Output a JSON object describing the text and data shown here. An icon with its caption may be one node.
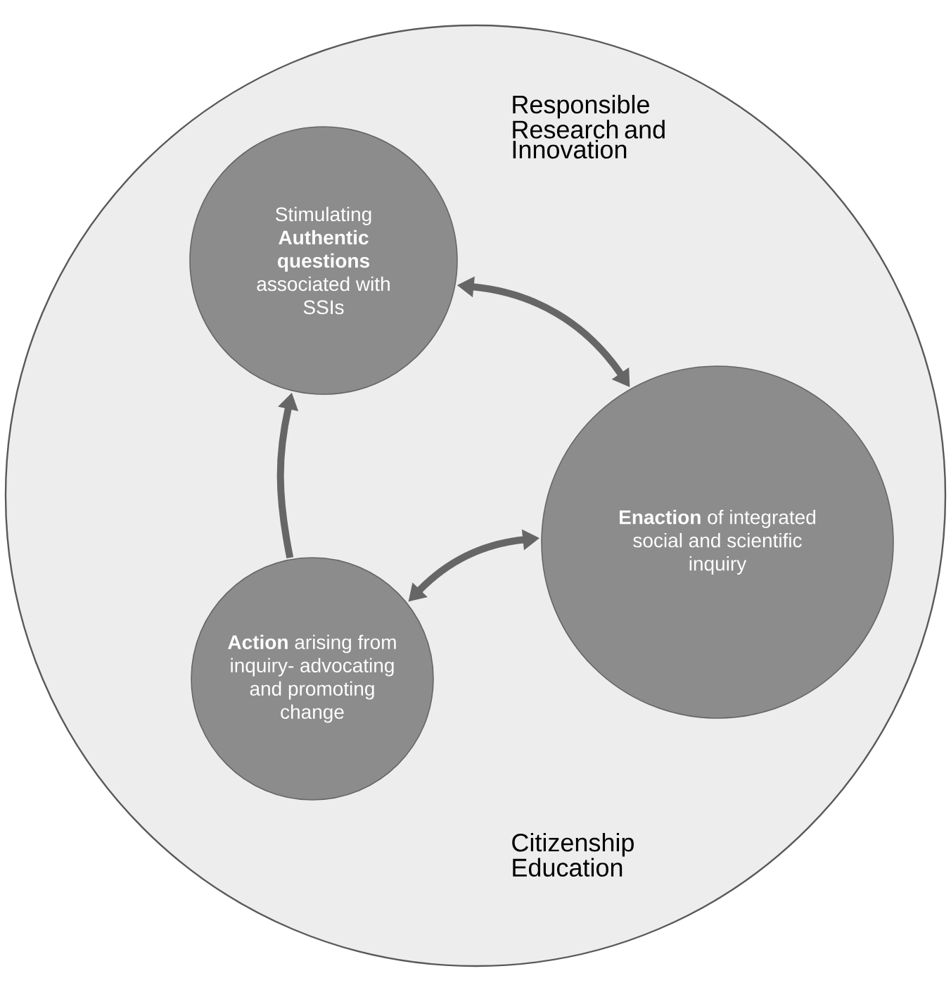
{
  "diagram": {
    "nodes": [
      {
        "text": [
          "Responsible Research and Innovation",
          "Citizenship Education"
        ]
      },
      {
        "text": [
          "Stimulating **Authentic questions** associated with SSIs"
        ],
        "in": 0
      },
      {
        "text": [
          "**Enaction** of integrated social and scientific inquiry"
        ],
        "in": 0
      },
      {
        "text": [
          "**Action** arising from inquiry- advocating and promoting change"
        ],
        "in": 0
      }
    ],
    "edges": [
      {
        "from": 1,
        "to": 2,
        "arrow": "both"
      },
      {
        "from": 3,
        "to": 2,
        "arrow": "both"
      },
      {
        "from": 3,
        "to": 1,
        "arrow": "to"
      }
    ]
  }
}
